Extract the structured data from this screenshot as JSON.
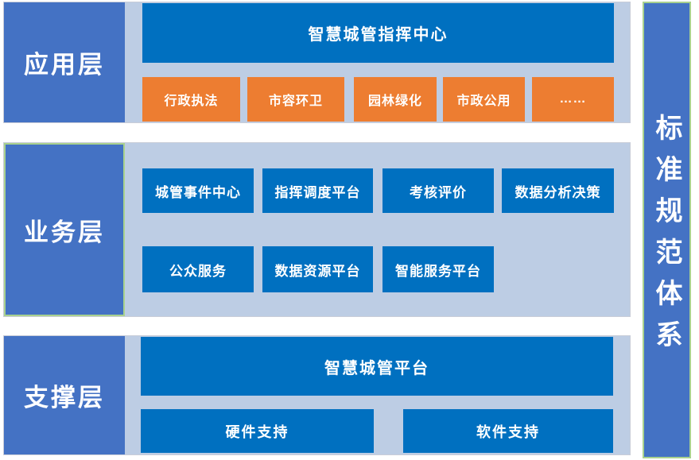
{
  "colors": {
    "dark_blue": "#0070C0",
    "medium_blue": "#4472C4",
    "light_blue": "#BDCDE4",
    "orange": "#ED7D31",
    "green_border": "#A9D18E"
  },
  "layers": {
    "application": {
      "label": "应用层",
      "header": "智慧城管指挥中心",
      "items": [
        "行政执法",
        "市容环卫",
        "园林绿化",
        "市政公用",
        "……"
      ]
    },
    "business": {
      "label": "业务层",
      "row1": [
        "城管事件中心",
        "指挥调度平台",
        "考核评价",
        "数据分析决策"
      ],
      "row2": [
        "公众服务",
        "数据资源平台",
        "智能服务平台"
      ]
    },
    "support": {
      "label": "支撑层",
      "header": "智慧城管平台",
      "items": [
        "硬件支持",
        "软件支持"
      ]
    }
  },
  "sidebar": {
    "label": "标准规范体系"
  }
}
